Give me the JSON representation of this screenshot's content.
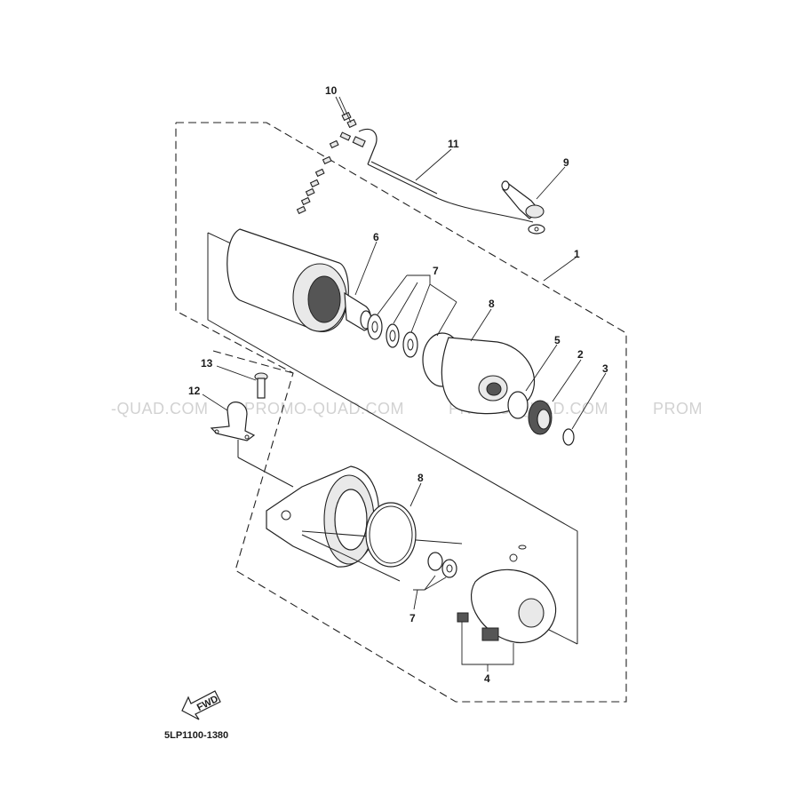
{
  "diagram_code": "5LP1100-1380",
  "fwd_label": "FWD",
  "watermarks": [
    "-QUAD.COM",
    "PROMO-QUAD.COM",
    "PROMO-QUAD.COM",
    "PROM"
  ],
  "callouts": [
    {
      "id": "c1",
      "label": "1"
    },
    {
      "id": "c2",
      "label": "2"
    },
    {
      "id": "c3",
      "label": "3"
    },
    {
      "id": "c4",
      "label": "4"
    },
    {
      "id": "c5",
      "label": "5"
    },
    {
      "id": "c6",
      "label": "6"
    },
    {
      "id": "c7a",
      "label": "7"
    },
    {
      "id": "c7b",
      "label": "7"
    },
    {
      "id": "c8a",
      "label": "8"
    },
    {
      "id": "c8b",
      "label": "8"
    },
    {
      "id": "c9",
      "label": "9"
    },
    {
      "id": "c10",
      "label": "10"
    },
    {
      "id": "c11",
      "label": "11"
    },
    {
      "id": "c12",
      "label": "12"
    },
    {
      "id": "c13",
      "label": "13"
    }
  ],
  "colors": {
    "line": "#222222",
    "watermark": "#d2d2d2",
    "background": "#ffffff"
  }
}
